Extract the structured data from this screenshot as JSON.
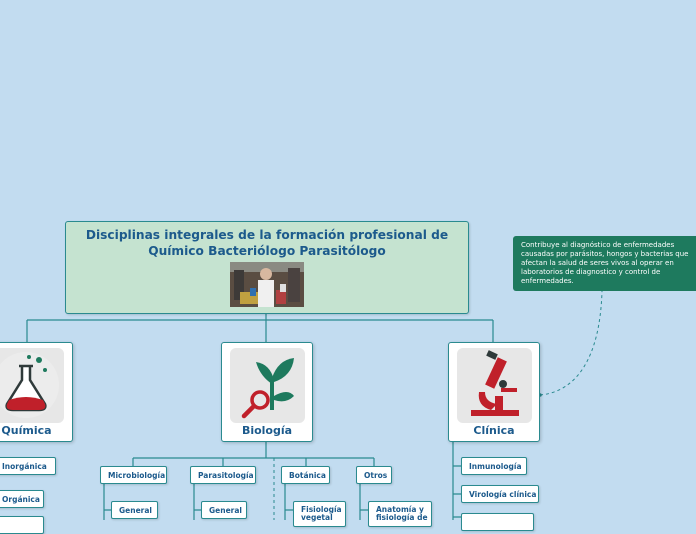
{
  "root": {
    "title_line1": "Disciplinas integrales de la formación profesional de",
    "title_line2": "Químico Bacteriólogo Parasitólogo"
  },
  "branches": {
    "quimica": "Química",
    "biologia": "Biología",
    "clinica": "Clínica"
  },
  "quimica_items": [
    "Inorgánica",
    "Orgánica"
  ],
  "biologia_groups": [
    "Microbiología",
    "Parasitología",
    "Botánica",
    "Otros"
  ],
  "biologia_subitems": {
    "microbiologia": "General",
    "parasitologia": "General",
    "botanica": "Fisiología vegetal",
    "otros": "Anatomía y fisiología de"
  },
  "clinica_items": [
    "Inmunología",
    "Virología clínica"
  ],
  "note": "Contribuye al diagnóstico de enfermedades causadas por parásitos, hongos y bacterias que afectan la salud de seres vivos al operar en laboratorios de diagnostico y control de enfermedades.",
  "icons": {
    "quimica": "flask-icon",
    "biologia": "plant-magnifier-icon",
    "clinica": "microscope-icon"
  },
  "colors": {
    "background": "#c2dcf0",
    "root_fill": "#c5e3d0",
    "connector": "#2a8a8f",
    "text": "#1c5a8c",
    "note_fill": "#1e7a5e",
    "accent_red": "#c0202a",
    "accent_green": "#1e7a5e"
  }
}
